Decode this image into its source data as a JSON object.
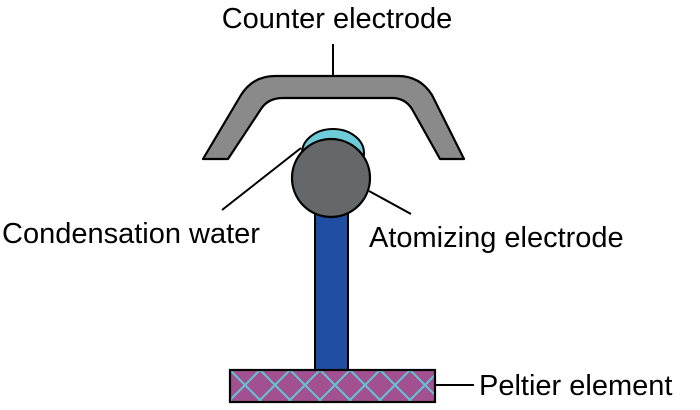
{
  "diagram": {
    "labels": {
      "counter_electrode": "Counter electrode",
      "condensation_water": "Condensation water",
      "atomizing_electrode": "Atomizing electrode",
      "peltier_element": "Peltier element"
    },
    "colors": {
      "counter_electrode": "#8a8a8a",
      "condensation_water": "#6ecbd8",
      "atomizing_electrode_tip": "#666768",
      "atomizing_electrode_shaft": "#1f4ea3",
      "peltier_element": "#a2508f",
      "peltier_hatch": "#5fc8d6",
      "outline": "#000000"
    }
  }
}
